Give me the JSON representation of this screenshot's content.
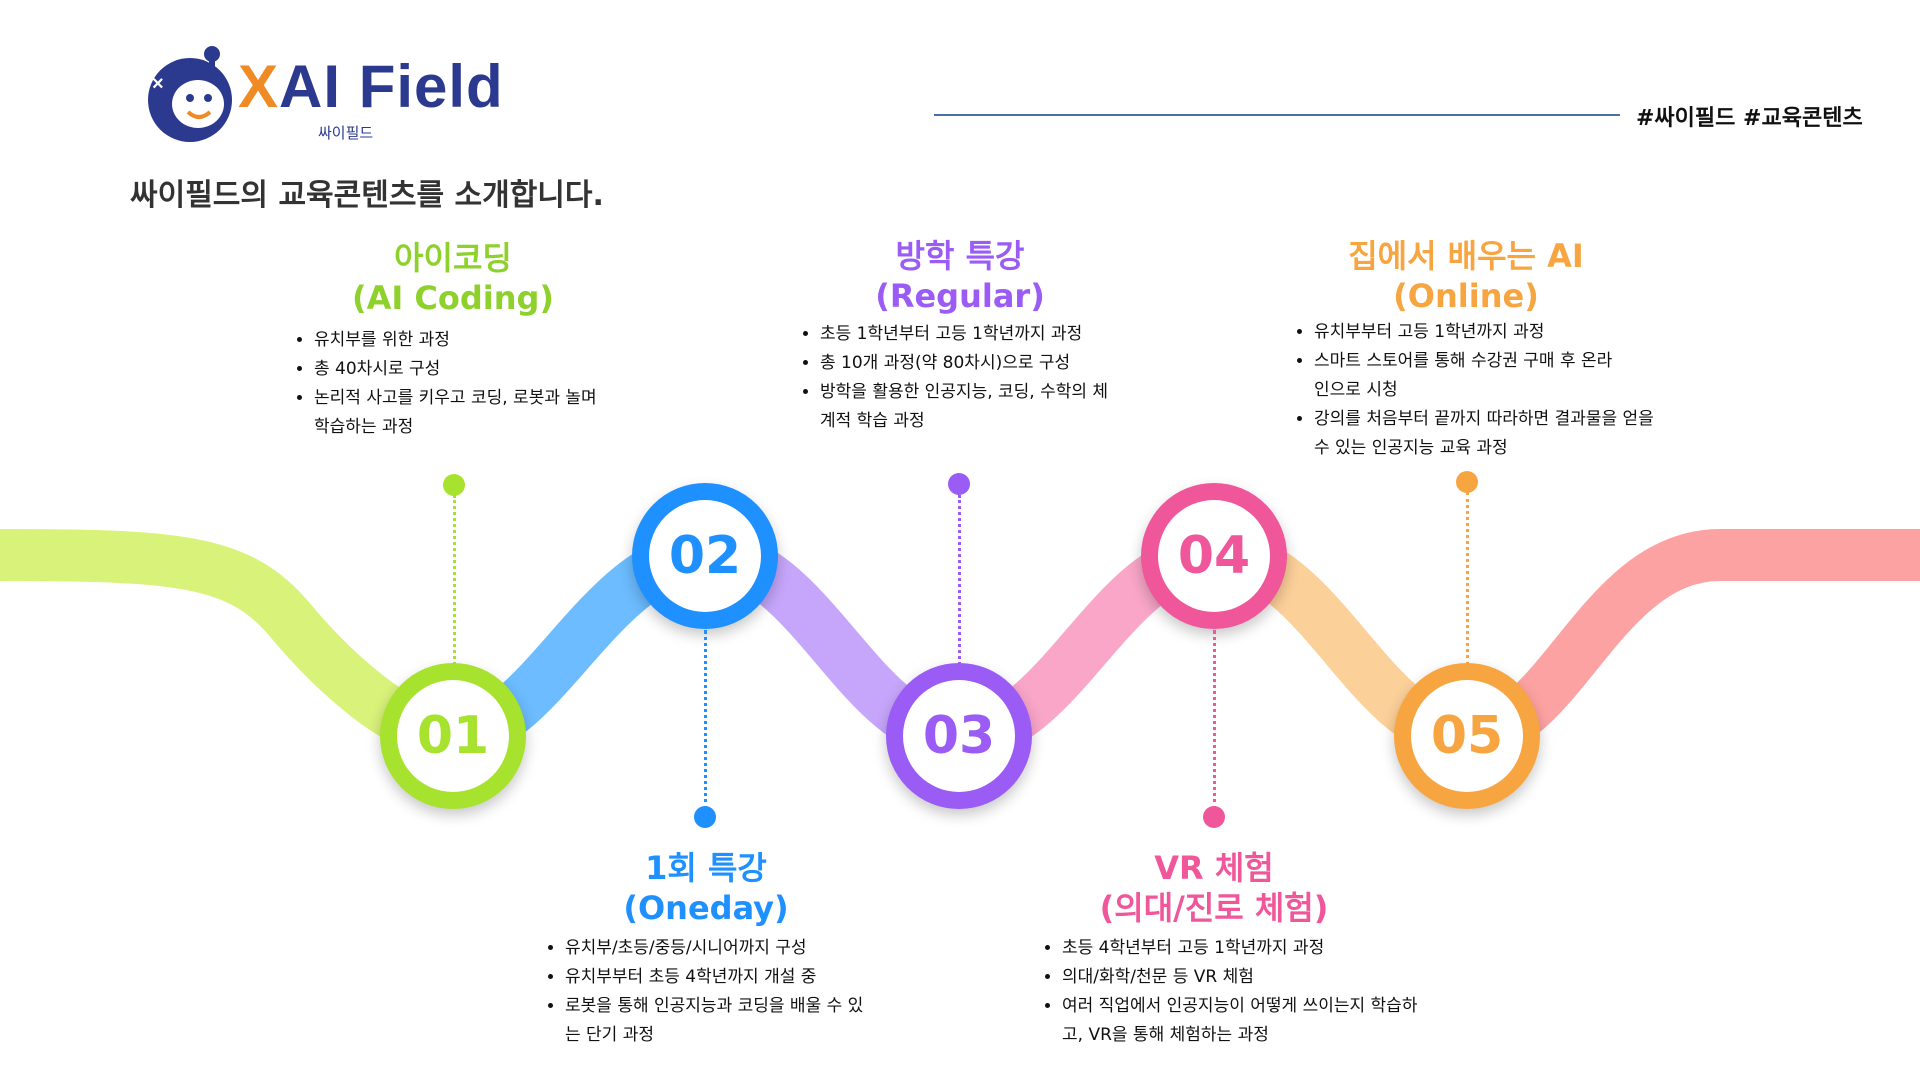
{
  "header": {
    "logo_main": "AI Field",
    "logo_x": "X",
    "logo_sub": "싸이필드",
    "hashtags": "#싸이필드 #교육콘텐츠",
    "subtitle": "싸이필드의 교육콘텐츠를 소개합니다."
  },
  "colors": {
    "c01": "#a6e22e",
    "c02": "#1e90ff",
    "c03": "#9b5cf6",
    "c04": "#f0569a",
    "c05": "#f7a541",
    "logo": "#2b3a8f",
    "logo_accent": "#f08a24"
  },
  "steps": [
    {
      "num": "01",
      "title": "아이코딩",
      "subtitle": "(AI Coding)",
      "bullets": [
        "유치부를 위한 과정",
        "총 40차시로 구성",
        "논리적 사고를 키우고 코딩, 로봇과 놀며 학습하는 과정"
      ]
    },
    {
      "num": "02",
      "title": "1회 특강",
      "subtitle": "(Oneday)",
      "bullets": [
        "유치부/초등/중등/시니어까지 구성",
        "유치부부터 초등 4학년까지 개설 중",
        "로봇을 통해 인공지능과 코딩을 배울 수 있는 단기 과정"
      ]
    },
    {
      "num": "03",
      "title": "방학 특강",
      "subtitle": "(Regular)",
      "bullets": [
        "초등 1학년부터 고등 1학년까지 과정",
        "총 10개 과정(약 80차시)으로 구성",
        "방학을 활용한 인공지능, 코딩, 수학의 체계적 학습 과정"
      ]
    },
    {
      "num": "04",
      "title": "VR 체험",
      "subtitle": "(의대/진로 체험)",
      "bullets": [
        "초등 4학년부터 고등 1학년까지 과정",
        "의대/화학/천문 등 VR 체험",
        "여러 직업에서 인공지능이 어떻게 쓰이는지 학습하고, VR을 통해 체험하는 과정"
      ]
    },
    {
      "num": "05",
      "title": "집에서 배우는 AI",
      "subtitle": "(Online)",
      "bullets": [
        "유치부부터 고등 1학년까지 과정",
        "스마트 스토어를 통해 수강권 구매 후 온라인으로 시청",
        "강의를 처음부터 끝까지 따라하면 결과물을 얻을 수 있는 인공지능 교육 과정"
      ]
    }
  ]
}
